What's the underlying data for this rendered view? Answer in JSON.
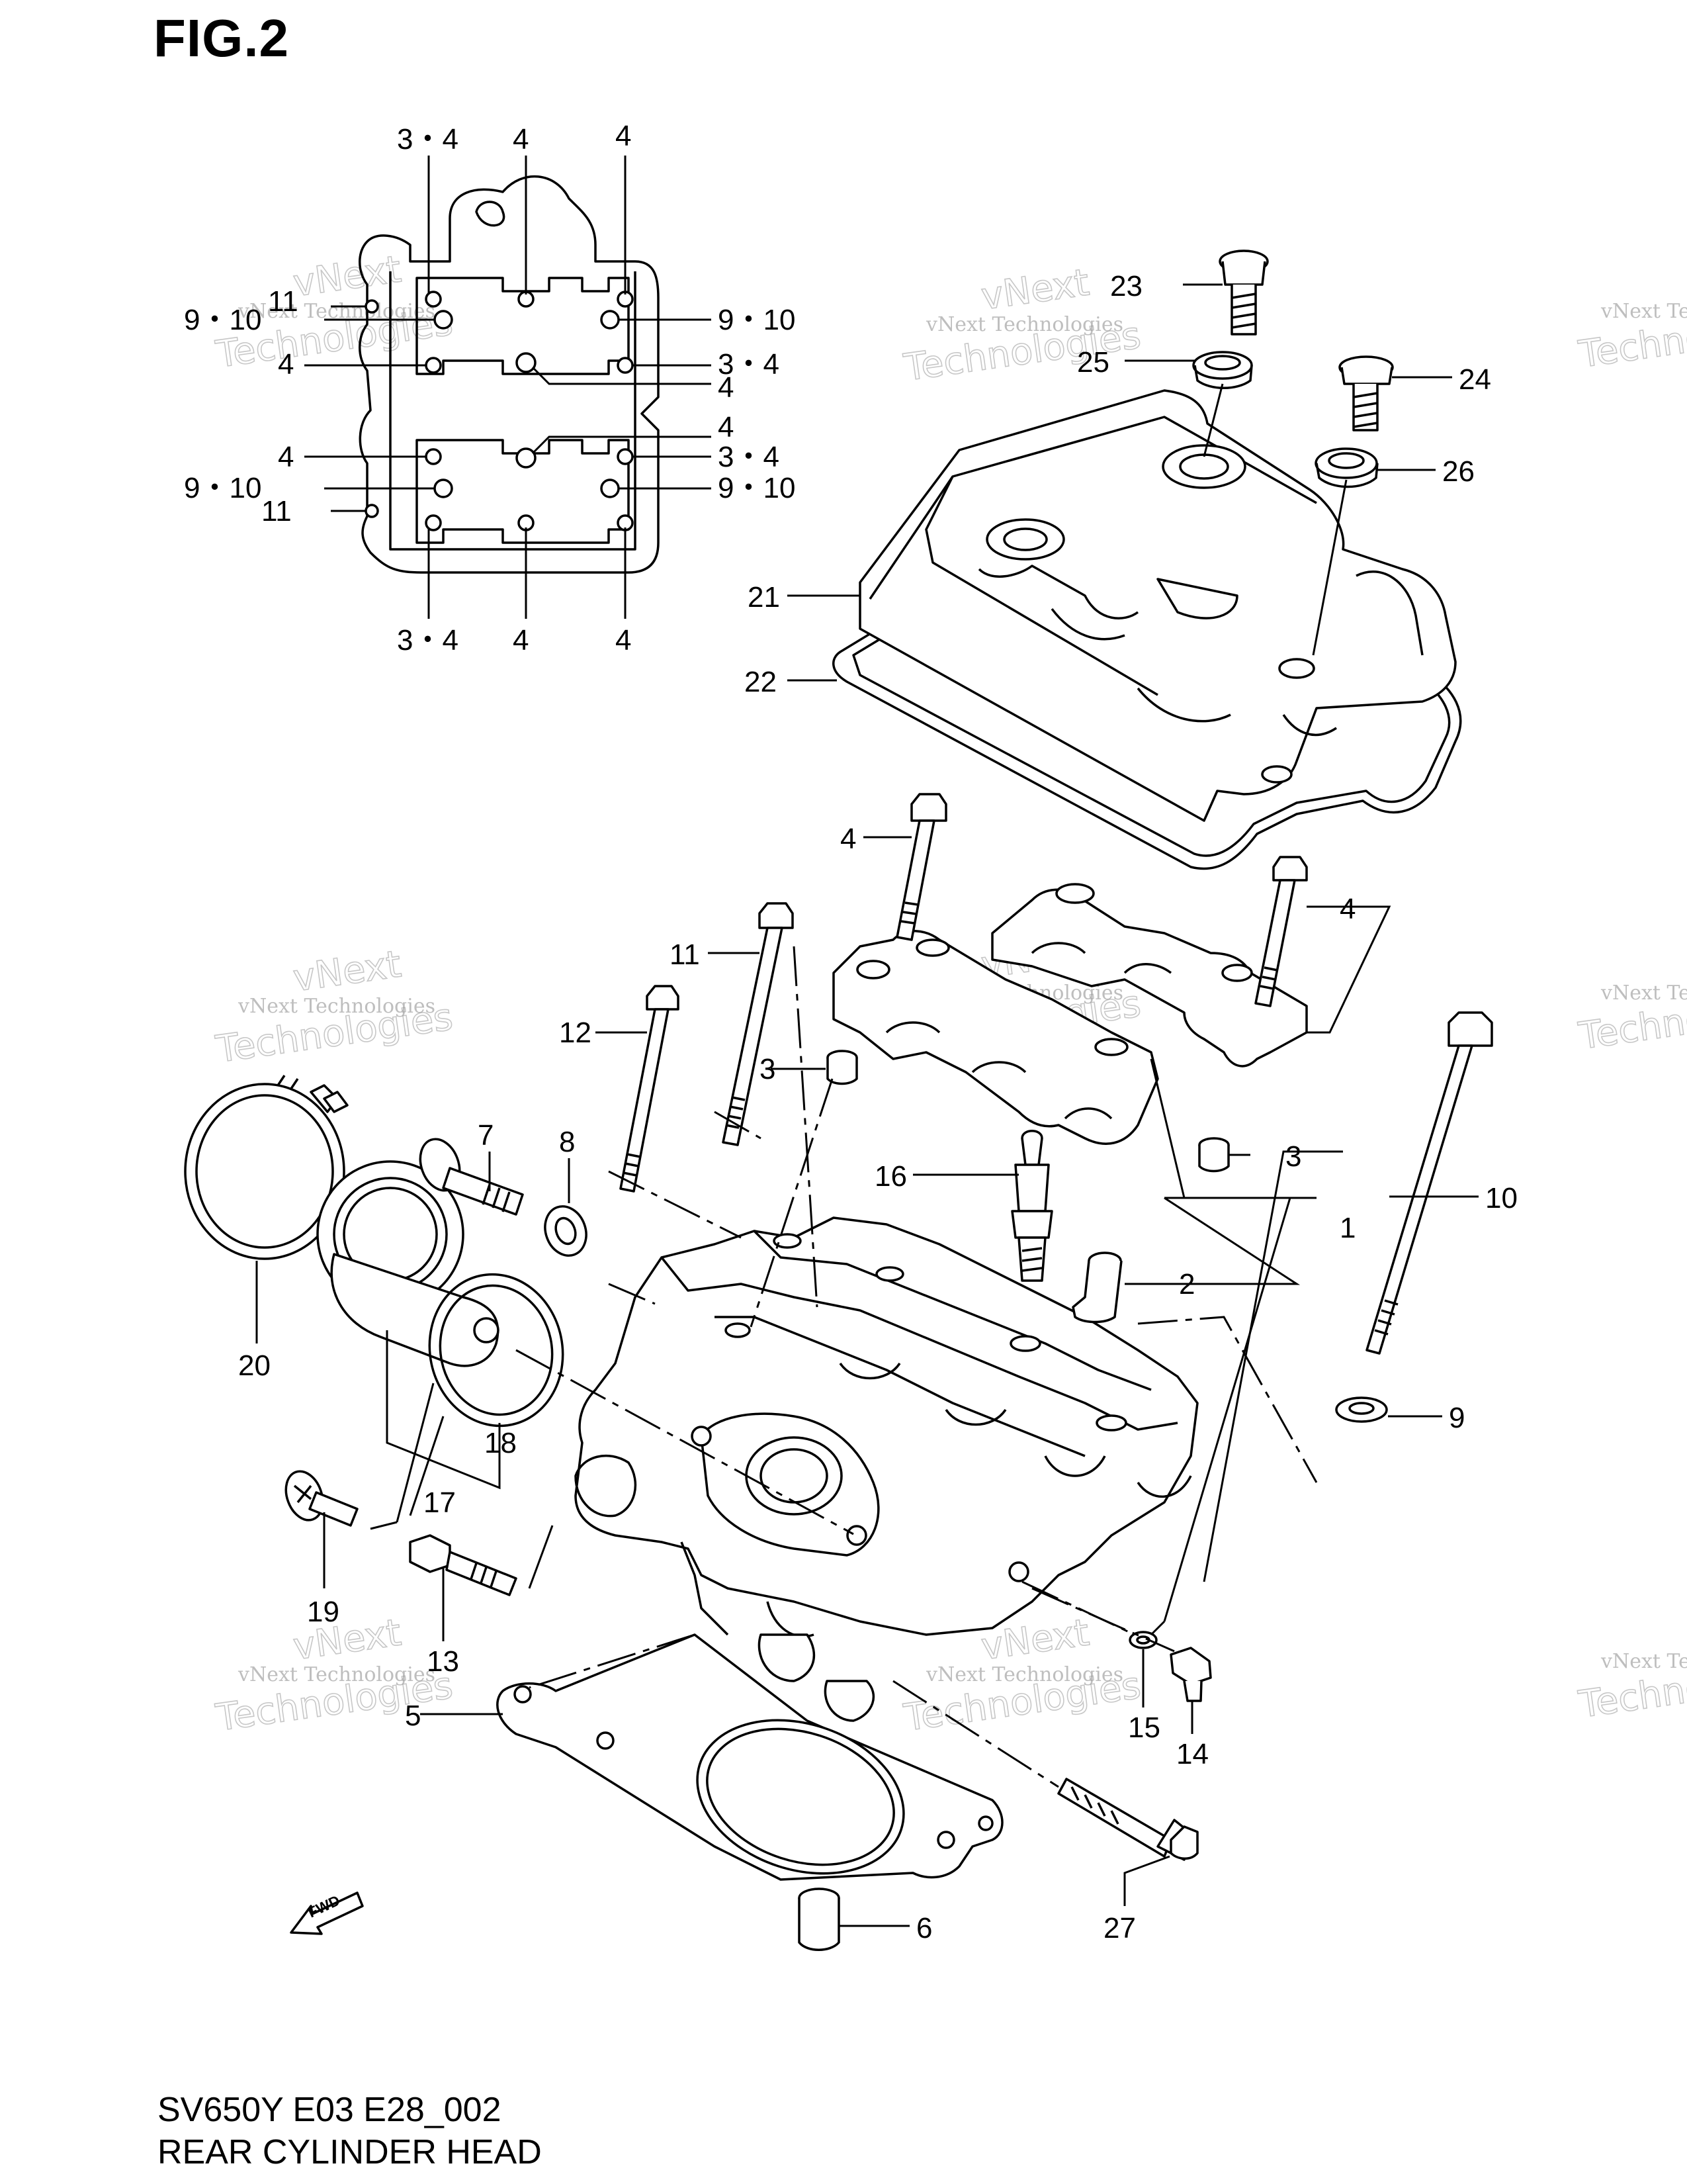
{
  "figure_title": "FIG.2",
  "footer": {
    "code": "SV650Y E03 E28_002",
    "name": "REAR CYLINDER HEAD"
  },
  "watermark": {
    "line1": "vNext Technologies",
    "line2": "Technologies",
    "line3": "vNext"
  },
  "fwd_label": "FWD",
  "callouts": [
    {
      "id": "c1",
      "text": "1"
    },
    {
      "id": "c2",
      "text": "2"
    },
    {
      "id": "c3a",
      "text": "3"
    },
    {
      "id": "c3b",
      "text": "3"
    },
    {
      "id": "c4a",
      "text": "4"
    },
    {
      "id": "c4b",
      "text": "4"
    },
    {
      "id": "c5",
      "text": "5"
    },
    {
      "id": "c6",
      "text": "6"
    },
    {
      "id": "c7",
      "text": "7"
    },
    {
      "id": "c8",
      "text": "8"
    },
    {
      "id": "c9",
      "text": "9"
    },
    {
      "id": "c10",
      "text": "10"
    },
    {
      "id": "c11",
      "text": "11"
    },
    {
      "id": "c12",
      "text": "12"
    },
    {
      "id": "c13",
      "text": "13"
    },
    {
      "id": "c14",
      "text": "14"
    },
    {
      "id": "c15",
      "text": "15"
    },
    {
      "id": "c16",
      "text": "16"
    },
    {
      "id": "c17",
      "text": "17"
    },
    {
      "id": "c18",
      "text": "18"
    },
    {
      "id": "c19",
      "text": "19"
    },
    {
      "id": "c20",
      "text": "20"
    },
    {
      "id": "c21",
      "text": "21"
    },
    {
      "id": "c22",
      "text": "22"
    },
    {
      "id": "c23",
      "text": "23"
    },
    {
      "id": "c24",
      "text": "24"
    },
    {
      "id": "c25",
      "text": "25"
    },
    {
      "id": "c26",
      "text": "26"
    },
    {
      "id": "c27",
      "text": "27"
    }
  ],
  "tightening_sequence": [
    {
      "id": "t1",
      "text": "3・4"
    },
    {
      "id": "t2",
      "text": "4"
    },
    {
      "id": "t3",
      "text": "4"
    },
    {
      "id": "t4",
      "text": "11"
    },
    {
      "id": "t5",
      "text": "9・10"
    },
    {
      "id": "t6",
      "text": "9・10"
    },
    {
      "id": "t7",
      "text": "4"
    },
    {
      "id": "t8",
      "text": "3・4"
    },
    {
      "id": "t9",
      "text": "4"
    },
    {
      "id": "t10",
      "text": "4"
    },
    {
      "id": "t11",
      "text": "4"
    },
    {
      "id": "t12",
      "text": "3・4"
    },
    {
      "id": "t13",
      "text": "9・10"
    },
    {
      "id": "t14",
      "text": "9・10"
    },
    {
      "id": "t15",
      "text": "11"
    },
    {
      "id": "t16",
      "text": "3・4"
    },
    {
      "id": "t17",
      "text": "4"
    },
    {
      "id": "t18",
      "text": "4"
    }
  ]
}
